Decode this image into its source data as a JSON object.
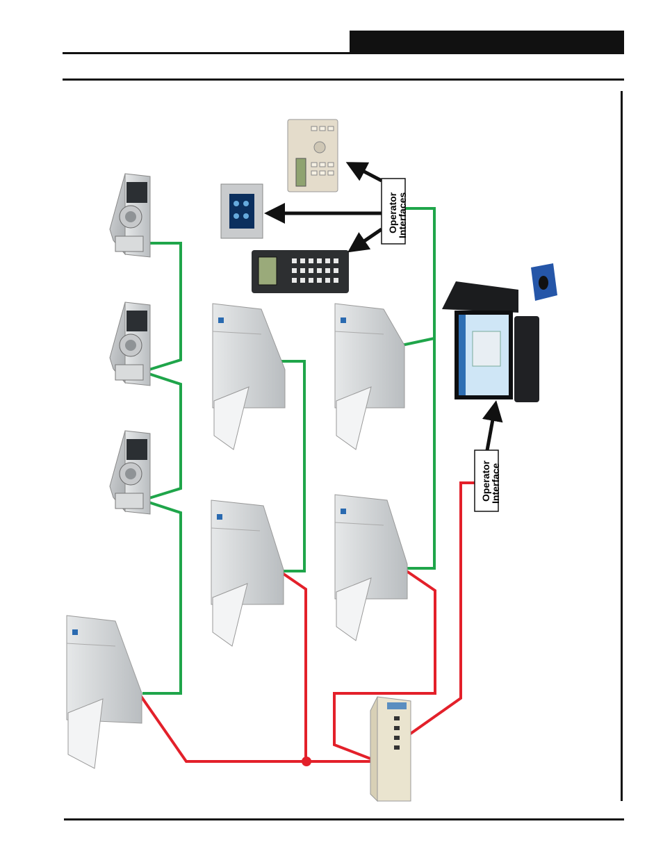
{
  "labels": {
    "operator_interfaces": [
      "Operator",
      "Interfaces"
    ],
    "operator_interface": [
      "Operator",
      "Interface"
    ]
  },
  "colors": {
    "green_wire": "#1fa54a",
    "red_wire": "#e3202a",
    "black": "#111111",
    "unit_gray": "#cfd2d4"
  },
  "icons": [
    "system-manager-keypad",
    "touchscreen-panel",
    "handheld-modular-service-tool",
    "computer-workstation",
    "air-terminal-unit",
    "rooftop-unit",
    "communication-loop-controller"
  ]
}
